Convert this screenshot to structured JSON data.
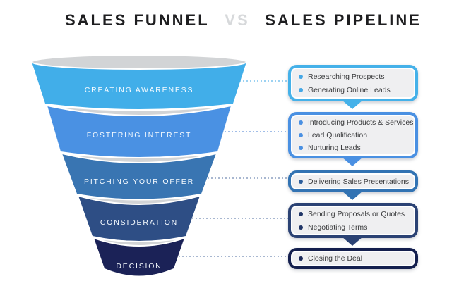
{
  "title": {
    "left": "SALES FUNNEL",
    "vs": "VS",
    "right": "SALES PIPELINE"
  },
  "funnel": {
    "gray_color": "#d2d4d6",
    "stages": [
      {
        "label": "CREATING AWARENESS",
        "color": "#41aee9"
      },
      {
        "label": "FOSTERING INTEREST",
        "color": "#4a91e3"
      },
      {
        "label": "PITCHING YOUR OFFER",
        "color": "#3975b2"
      },
      {
        "label": "CONSIDERATION",
        "color": "#2e4e85"
      },
      {
        "label": "DECISION",
        "color": "#1b2257"
      }
    ]
  },
  "pipeline": {
    "connector_colors": [
      "#7cc4ee",
      "#84a9e0",
      "#8c9fc0",
      "#8c9fc0",
      "#8c9fc0"
    ],
    "boxes": [
      {
        "border_color": "#45b1e9",
        "bullet_color": "#45a7e6",
        "items": [
          "Researching Prospects",
          "Generating Online Leads"
        ]
      },
      {
        "border_color": "#4a90e2",
        "bullet_color": "#4a90e2",
        "items": [
          "Introducing Products & Services",
          "Lead Qualification",
          "Nurturing Leads"
        ]
      },
      {
        "border_color": "#3273b3",
        "bullet_color": "#2b5d9b",
        "items": [
          "Delivering Sales Presentations"
        ]
      },
      {
        "border_color": "#2b4274",
        "bullet_color": "#203567",
        "items": [
          "Sending Proposals or Quotes",
          "Negotiating Terms"
        ]
      },
      {
        "border_color": "#141f4e",
        "bullet_color": "#1a2758",
        "items": [
          "Closing the Deal"
        ]
      }
    ]
  }
}
